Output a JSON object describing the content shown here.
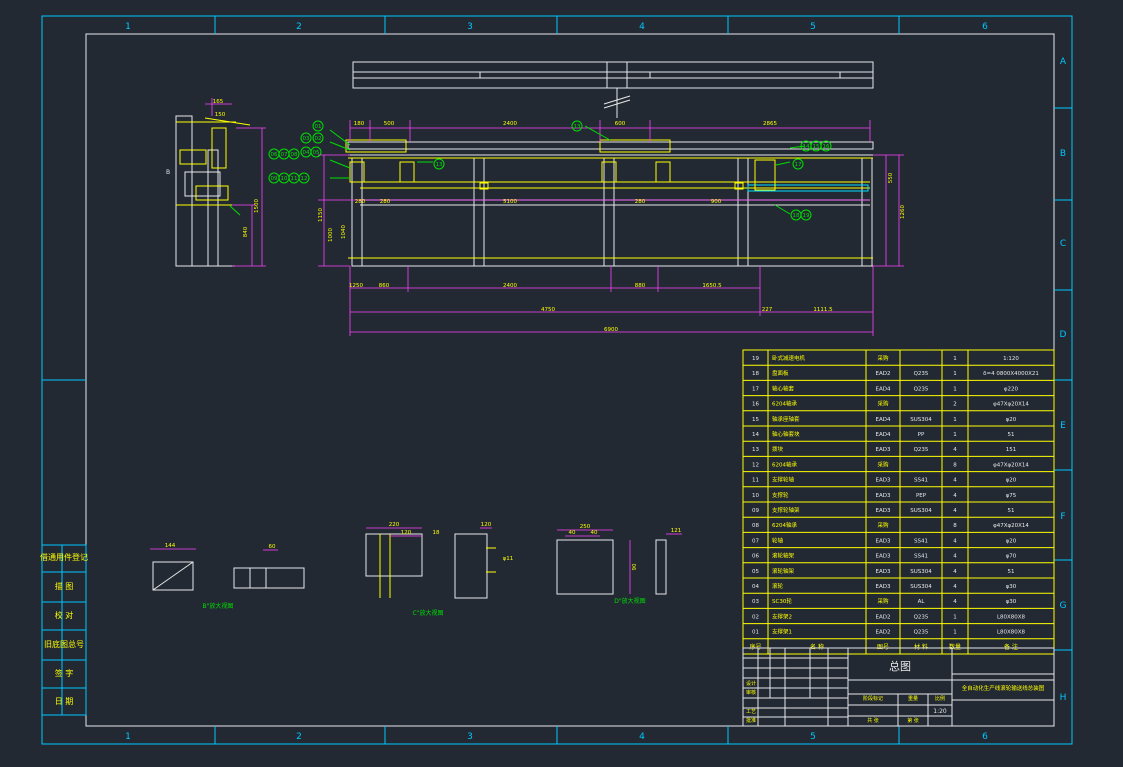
{
  "colors": {
    "background": "#222933",
    "frame": "#00c8ff",
    "yellow": "#ffff00",
    "white": "#e8e8e8",
    "green": "#00e000",
    "magenta": "#ff40ff",
    "cyan": "#00e0ff",
    "red": "#ff3030"
  },
  "frame": {
    "columns": [
      "1",
      "2",
      "3",
      "4",
      "5",
      "6"
    ],
    "rows": [
      "A",
      "B",
      "C",
      "D",
      "E",
      "F",
      "G",
      "H"
    ]
  },
  "main_view": {
    "top_dims": [
      "180",
      "500",
      "2400",
      "600",
      "2865"
    ],
    "callout_top": "13",
    "callouts_left": [
      "01",
      "02",
      "03",
      "04",
      "05",
      "06",
      "07",
      "08",
      "09",
      "10",
      "11",
      "12"
    ],
    "callout_13": "13",
    "callouts_right": [
      "14",
      "15",
      "16"
    ],
    "callout_17": "17",
    "callouts_18_19": [
      "18",
      "19"
    ],
    "mid_dims": [
      "280",
      "280",
      "5100",
      "280",
      "900"
    ],
    "bottom_dims": [
      "1250",
      "860",
      "2400",
      "880",
      "1650.5"
    ],
    "dim_4750": "4750",
    "dim_227": "227",
    "dim_1111": "1111.5",
    "dim_6900": "6900",
    "left_dims": [
      "1150",
      "1000",
      "1040"
    ],
    "right_dims": [
      "550",
      "1260"
    ]
  },
  "side_view": {
    "dims_top": [
      "165",
      "150"
    ],
    "dim_right": "1500",
    "dim_right2": "840",
    "label_b": "B"
  },
  "details": {
    "b_label": "B\"放大视图",
    "b_dims": [
      "144",
      "60"
    ],
    "c_label": "C\"放大视图",
    "c_dims": [
      "220",
      "120",
      "18"
    ],
    "c_phi": "φ11",
    "d_label": "D\"放大视图",
    "d_dims": [
      "250",
      "40",
      "90"
    ],
    "d_dim_right": "121"
  },
  "bom": {
    "rows": [
      {
        "no": "19",
        "name": "卧式减速电机",
        "code": "采购",
        "mat": "",
        "qty": "1",
        "remark": "1:120"
      },
      {
        "no": "18",
        "name": "盘面板",
        "code": "EAD2",
        "mat": "Q235",
        "qty": "1",
        "remark": "δ=4 0800X4000X21"
      },
      {
        "no": "17",
        "name": "轴心轴套",
        "code": "EAD4",
        "mat": "Q235",
        "qty": "1",
        "remark": "φ220"
      },
      {
        "no": "16",
        "name": "6204轴承",
        "code": "采购",
        "mat": "",
        "qty": "2",
        "remark": "φ47Xφ20X14"
      },
      {
        "no": "15",
        "name": "轴承座轴套",
        "code": "EAD4",
        "mat": "SUS304",
        "qty": "1",
        "remark": "φ20"
      },
      {
        "no": "14",
        "name": "轴心轴套块",
        "code": "EAD4",
        "mat": "PP",
        "qty": "1",
        "remark": "51"
      },
      {
        "no": "13",
        "name": "拨块",
        "code": "EAD3",
        "mat": "Q235",
        "qty": "4",
        "remark": "151"
      },
      {
        "no": "12",
        "name": "6204轴承",
        "code": "采购",
        "mat": "",
        "qty": "8",
        "remark": "φ47Xφ20X14"
      },
      {
        "no": "11",
        "name": "支撑轮轴",
        "code": "EAD3",
        "mat": "SS41",
        "qty": "4",
        "remark": "φ20"
      },
      {
        "no": "10",
        "name": "支撑轮",
        "code": "EAD3",
        "mat": "PEP",
        "qty": "4",
        "remark": "φ75"
      },
      {
        "no": "09",
        "name": "支撑轮轴架",
        "code": "EAD3",
        "mat": "SUS304",
        "qty": "4",
        "remark": "51"
      },
      {
        "no": "08",
        "name": "6204轴承",
        "code": "采购",
        "mat": "",
        "qty": "8",
        "remark": "φ47Xφ20X14"
      },
      {
        "no": "07",
        "name": "轮轴",
        "code": "EAD3",
        "mat": "SS41",
        "qty": "4",
        "remark": "φ20"
      },
      {
        "no": "06",
        "name": "滚轮轴架",
        "code": "EAD3",
        "mat": "SS41",
        "qty": "4",
        "remark": "φ70"
      },
      {
        "no": "05",
        "name": "滚轮轴架",
        "code": "EAD3",
        "mat": "SUS304",
        "qty": "4",
        "remark": "51"
      },
      {
        "no": "04",
        "name": "滚轮",
        "code": "EAD3",
        "mat": "SUS304",
        "qty": "4",
        "remark": "φ30"
      },
      {
        "no": "03",
        "name": "SC30轮",
        "code": "采购",
        "mat": "AL",
        "qty": "4",
        "remark": "φ30"
      },
      {
        "no": "02",
        "name": "支撑架2",
        "code": "EAD2",
        "mat": "Q235",
        "qty": "1",
        "remark": "L80X80X8"
      },
      {
        "no": "01",
        "name": "支撑架1",
        "code": "EAD2",
        "mat": "Q235",
        "qty": "1",
        "remark": "L80X80X8"
      }
    ],
    "header": {
      "no": "序号",
      "name": "名  称",
      "code": "图号",
      "mat": "材  料",
      "qty": "数量",
      "remark": "备  注"
    }
  },
  "title_block": {
    "title": "总图",
    "project": "全自动化生产线滚轮输送线总装图",
    "scale": "1:20",
    "labels": [
      "设计",
      "审核",
      "工艺",
      "批准",
      "阶段标记",
      "重量",
      "比例",
      "共 张",
      "第 张"
    ]
  },
  "left_strip": [
    "借通用件登记",
    "描 图",
    "校 对",
    "旧底图总号",
    "签 字",
    "日 期"
  ]
}
